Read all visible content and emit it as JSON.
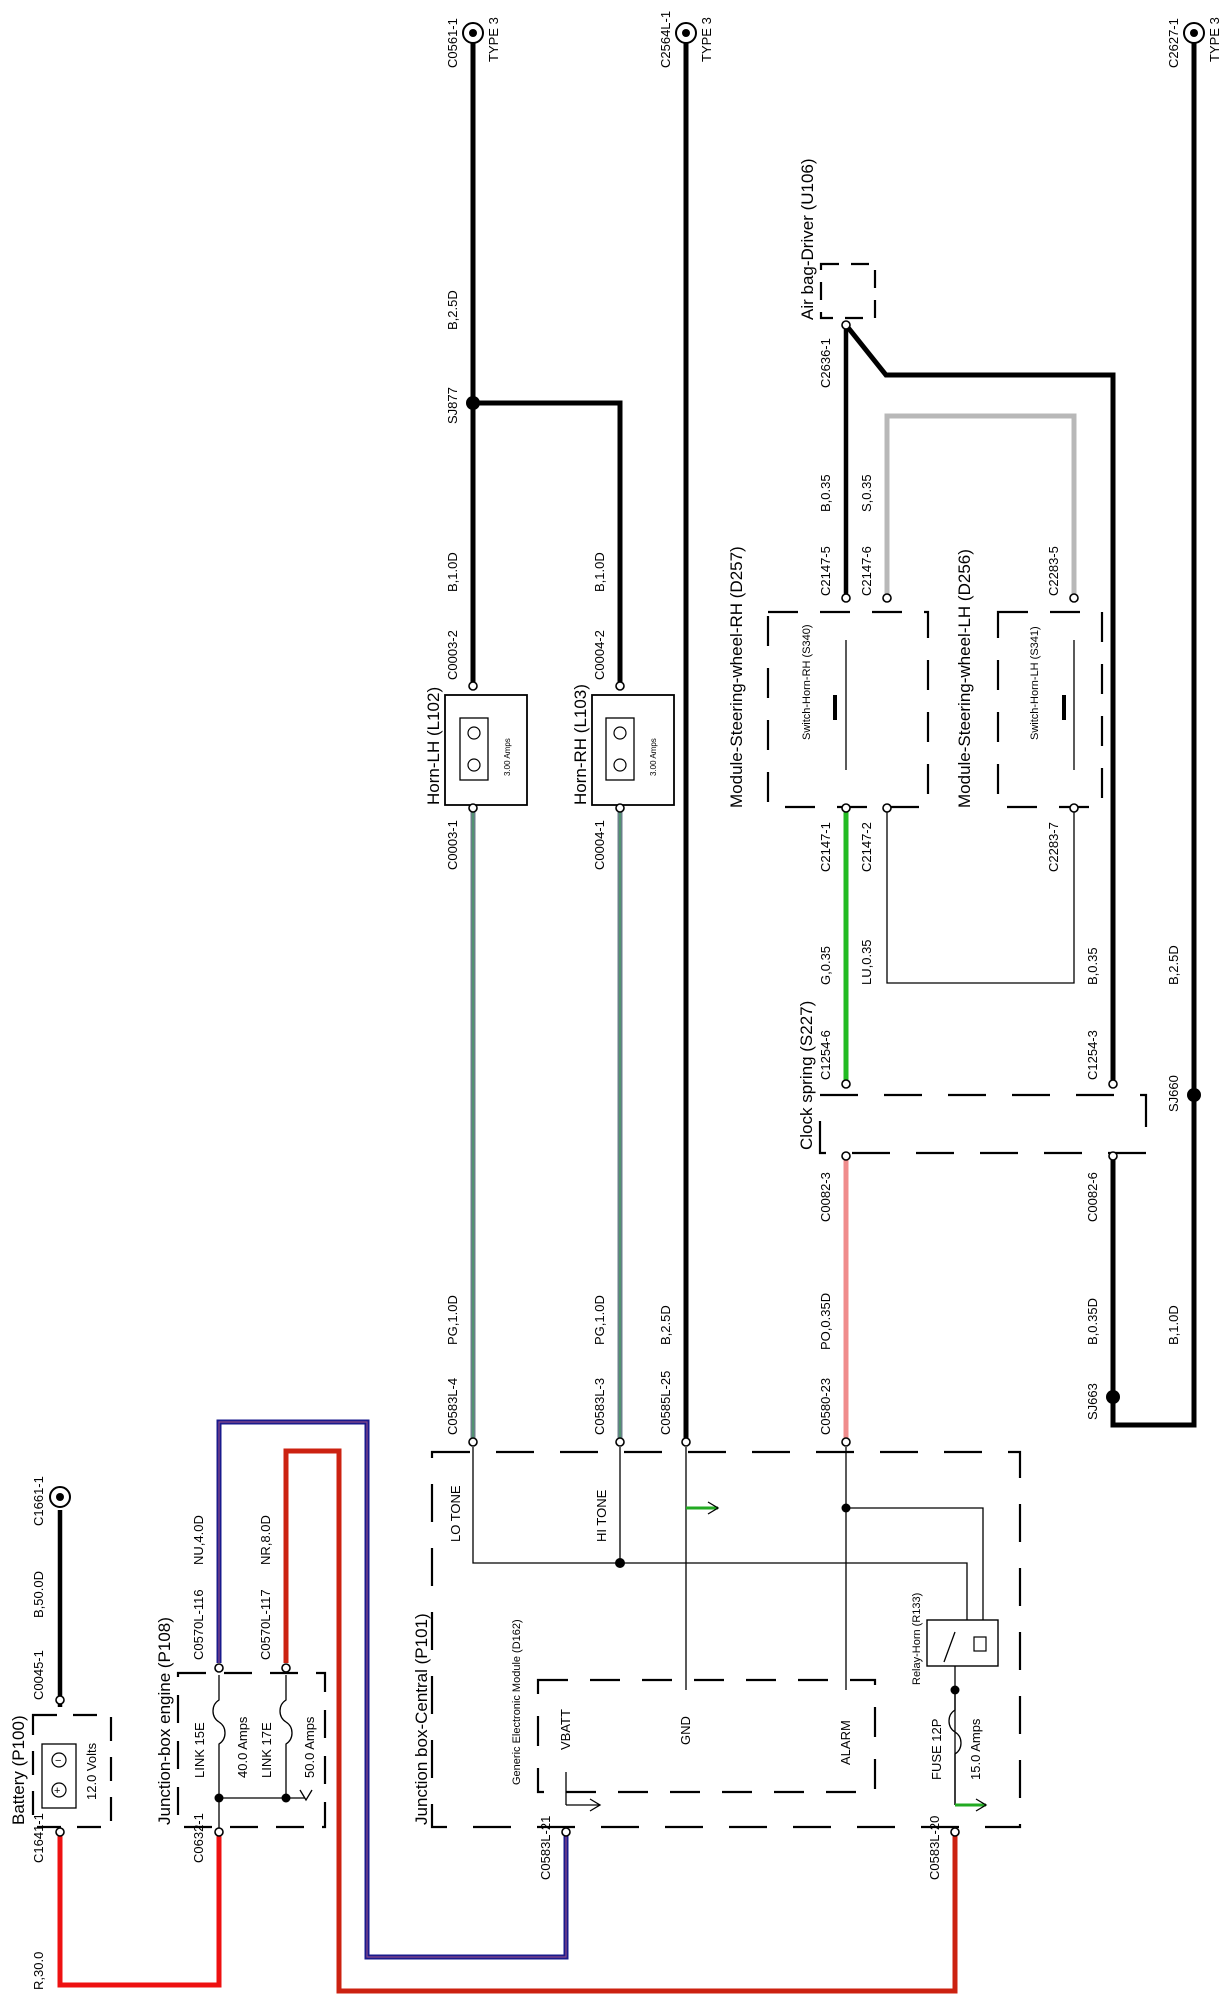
{
  "colors": {
    "black": "#000000",
    "red": "#ee1111",
    "dark_red": "#cc2211",
    "navy": "#1a1a8c",
    "purple_green": "#6a7f8a",
    "green": "#22bb22",
    "pink": "#f08c8c",
    "gray": "#b8b8b8"
  },
  "components": {
    "battery": {
      "title": "Battery (P100)",
      "rating": "12.0 Volts",
      "plus": "+",
      "minus": "−"
    },
    "jbox_engine": {
      "title": "Junction-box engine (P108)",
      "link1": "LINK 15E",
      "link1_rating": "40.0 Amps",
      "link2": "LINK 17E",
      "link2_rating": "50.0 Amps"
    },
    "jbox_central": {
      "title": "Junction box-Central (P101)",
      "lo_tone": "LO TONE",
      "hi_tone": "HI TONE",
      "gnd": "GND",
      "alarm": "ALARM",
      "vbatt": "VBATT",
      "gem": "Generic Electronic Module (D162)",
      "fuse": "FUSE 12P",
      "fuse_rating": "15.0 Amps",
      "relay": "Relay-Horn (R133)"
    },
    "horn_lh": {
      "title": "Horn-LH (L102)",
      "rating": "3.00 Amps"
    },
    "horn_rh": {
      "title": "Horn-RH (L103)",
      "rating": "3.00 Amps"
    },
    "clock_spring": {
      "title": "Clock spring (S227)"
    },
    "airbag": {
      "title": "Air bag-Driver (U106)"
    },
    "module_rh": {
      "title": "Module-Steering-wheel-RH (D257)",
      "switch": "Switch-Horn-RH (S340)"
    },
    "module_lh": {
      "title": "Module-Steering-wheel-LH (D256)",
      "switch": "Switch-Horn-LH (S341)"
    }
  },
  "grounds": [
    {
      "id": "C1661-1",
      "type": ""
    },
    {
      "id": "C0561-1",
      "type": "TYPE 3"
    },
    {
      "id": "C2564L-1",
      "type": "TYPE 3"
    },
    {
      "id": "C2627-1",
      "type": "TYPE 3"
    }
  ],
  "connectors": {
    "c1641": "C1641-1",
    "c0045": "C0045-1",
    "c0632": "C0632-1",
    "c0570_116": "C0570L-116",
    "c0570_117": "C0570L-117",
    "c0583_21": "C0583L-21",
    "c0583_20": "C0583L-20",
    "c0583_4": "C0583L-4",
    "c0583_3": "C0583L-3",
    "c0585_25": "C0585L-25",
    "c0580_23": "C0580-23",
    "c0003_1": "C0003-1",
    "c0003_2": "C0003-2",
    "c0004_1": "C0004-1",
    "c0004_2": "C0004-2",
    "c0082_3": "C0082-3",
    "c0082_6": "C0082-6",
    "c1254_6": "C1254-6",
    "c1254_3": "C1254-3",
    "c2147_1": "C2147-1",
    "c2147_2": "C2147-2",
    "c2147_5": "C2147-5",
    "c2147_6": "C2147-6",
    "c2283_5": "C2283-5",
    "c2283_7": "C2283-7",
    "c2636": "C2636-1"
  },
  "splices": {
    "sj877": "SJ877",
    "sj660": "SJ660",
    "sj663": "SJ663"
  },
  "wires": {
    "r30": "R,30.0",
    "b50": "B,50.0D",
    "nu4": "NU,4.0D",
    "nr8": "NR,8.0D",
    "b25_top": "B,2.5D",
    "b1_lh": "B,1.0D",
    "b1_rh": "B,1.0D",
    "pg_lh": "PG,1.0D",
    "pg_rh": "PG,1.0D",
    "b25_gnd": "B,2.5D",
    "po": "PO,0.35D",
    "g": "G,0.35",
    "lu": "LU,0.35",
    "b035_top": "B,0.35",
    "s035": "S,0.35",
    "b035_lh": "B,0.35",
    "b25_right": "B,2.5D",
    "b035d": "B,0.35D",
    "b1_bottom": "B,1.0D"
  }
}
